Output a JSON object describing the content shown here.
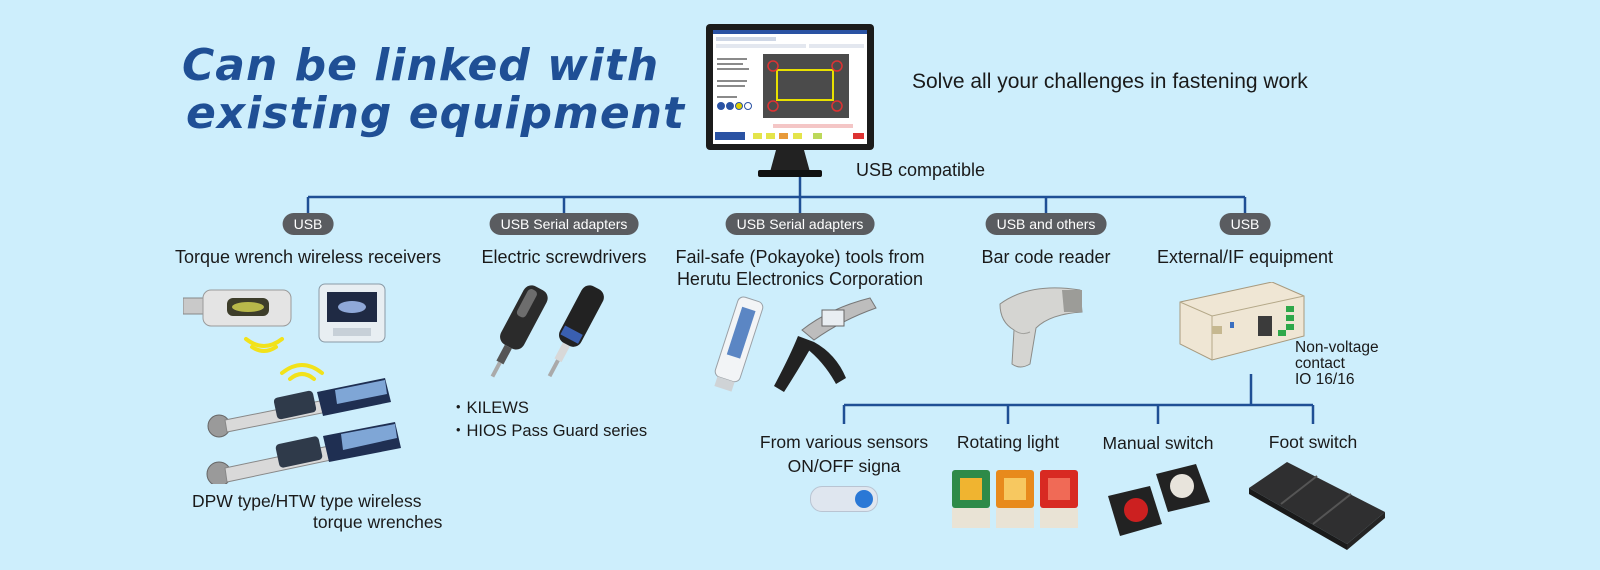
{
  "headline": [
    "Can be linked with",
    "existing equipment"
  ],
  "tagline": "Solve all your challenges in fastening work",
  "usb_compatible": "USB compatible",
  "colors": {
    "background": "#cdeefc",
    "headline": "#1f4f95",
    "connector": "#1f4f95",
    "pill": "#5a5c60",
    "toggle_knob": "#2a78d6"
  },
  "branches": [
    {
      "pill": "USB",
      "title": [
        "Torque wrench wireless receivers"
      ]
    },
    {
      "pill": "USB Serial adapters",
      "title": [
        "Electric screwdrivers"
      ]
    },
    {
      "pill": "USB Serial adapters",
      "title": [
        "Fail-safe (Pokayoke) tools from",
        "Herutu Electronics Corporation"
      ]
    },
    {
      "pill": "USB and others",
      "title": [
        "Bar code reader"
      ]
    },
    {
      "pill": "USB",
      "title": [
        "External/IF equipment"
      ]
    }
  ],
  "torque_wrench_caption": [
    "DPW type/HTW type wireless",
    "torque wrenches"
  ],
  "screwdriver_models": [
    "・KILEWS",
    "・HIOS Pass Guard series"
  ],
  "io_note": [
    "Non-voltage",
    "contact",
    "IO 16/16"
  ],
  "io_devices": [
    {
      "label": [
        "From various sensors",
        "ON/OFF signa"
      ]
    },
    {
      "label": [
        "Rotating light"
      ]
    },
    {
      "label": [
        "Manual switch"
      ]
    },
    {
      "label": [
        "Foot switch"
      ]
    }
  ],
  "icons": {
    "monitor": "monitor-icon",
    "receivers": "usb-receiver-icon",
    "wireless": "wireless-signal-icon",
    "wrenches": "torque-wrench-icon",
    "screwdrivers": "screwdriver-icon",
    "pokayoke": "pokayoke-tool-icon",
    "barcode": "barcode-scanner-icon",
    "io_box": "io-box-icon",
    "toggle": "toggle-icon",
    "lights": "rotating-light-icon",
    "switch": "manual-switch-icon",
    "foot": "foot-switch-icon"
  }
}
